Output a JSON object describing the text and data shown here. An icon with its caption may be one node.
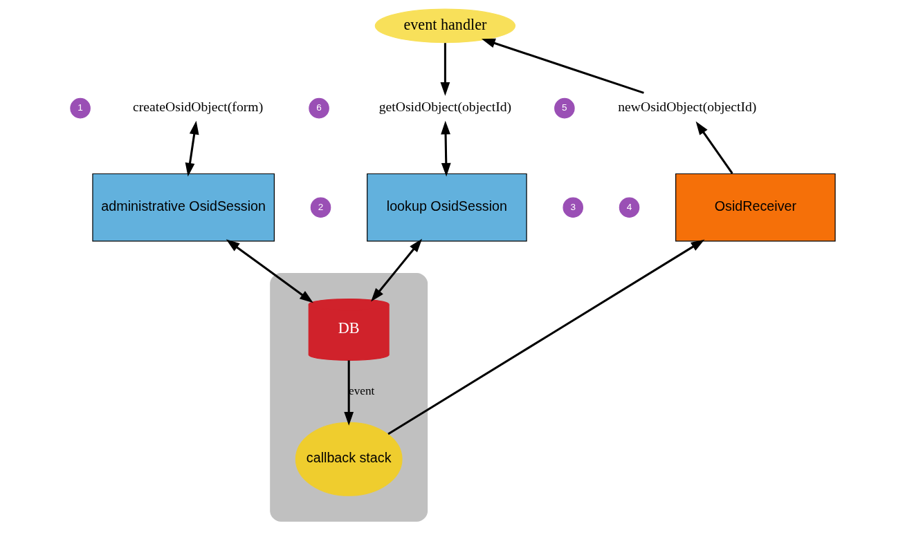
{
  "diagram": {
    "nodes": [
      {
        "text": [
          "event handler"
        ]
      },
      {
        "text": [
          "createOsidObject(form)"
        ]
      },
      {
        "text": [
          "getOsidObject(objectId)"
        ]
      },
      {
        "text": [
          "newOsidObject(objectId)"
        ]
      },
      {
        "text": [
          "administrative OsidSession"
        ]
      },
      {
        "text": [
          "lookup OsidSession"
        ]
      },
      {
        "text": [
          "OsidReceiver"
        ]
      },
      {
        "text": [],
        "shape": "cloud"
      },
      {
        "text": [
          "DB"
        ],
        "in": 7
      },
      {
        "text": [
          "callback stack"
        ],
        "in": 7
      }
    ],
    "edges": [
      {
        "from": 0,
        "to": 2,
        "arrow": "to"
      },
      {
        "from": 3,
        "to": 0,
        "arrow": "to"
      },
      {
        "from": 1,
        "to": 4,
        "arrow": "both"
      },
      {
        "from": 2,
        "to": 5,
        "arrow": "both"
      },
      {
        "from": 6,
        "to": 3,
        "arrow": "to"
      },
      {
        "from": 4,
        "to": 8,
        "arrow": "both"
      },
      {
        "from": 5,
        "to": 8,
        "arrow": "both"
      },
      {
        "from": 8,
        "to": 9,
        "arrow": "to",
        "label": "event"
      },
      {
        "from": 9,
        "to": 6,
        "arrow": "to"
      }
    ],
    "labels": [
      "1",
      "6",
      "5",
      "2",
      "3",
      "4"
    ]
  }
}
